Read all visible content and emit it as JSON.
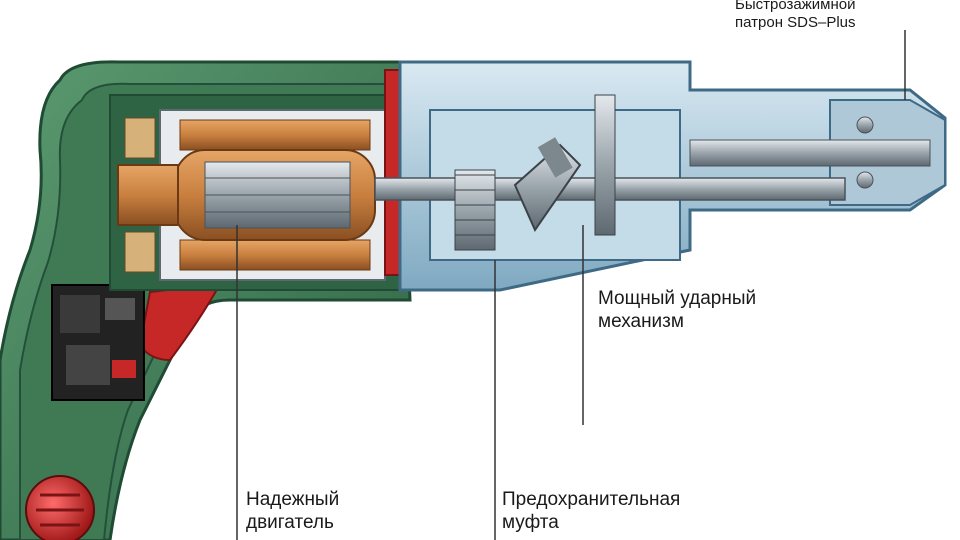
{
  "callouts": {
    "chuck": {
      "line1": "Быстрозажимной",
      "line2": "патрон SDS–Plus"
    },
    "hammer": {
      "line1": "Мощный ударный",
      "line2": "механизм"
    },
    "clutch": {
      "line1": "Предохранительная",
      "line2": "муфта"
    },
    "motor": {
      "line1": "Надежный",
      "line2": "двигатель"
    }
  },
  "colors": {
    "housing_green": "#3f7a55",
    "housing_dark": "#24503a",
    "accent_red": "#c62828",
    "gearbox_blue": "#7fa9c1",
    "gearbox_light": "#c4dbe8",
    "copper": "#c9803f",
    "steel": "#9aa4ab",
    "switch_black": "#222222",
    "leader_line": "#333333"
  }
}
